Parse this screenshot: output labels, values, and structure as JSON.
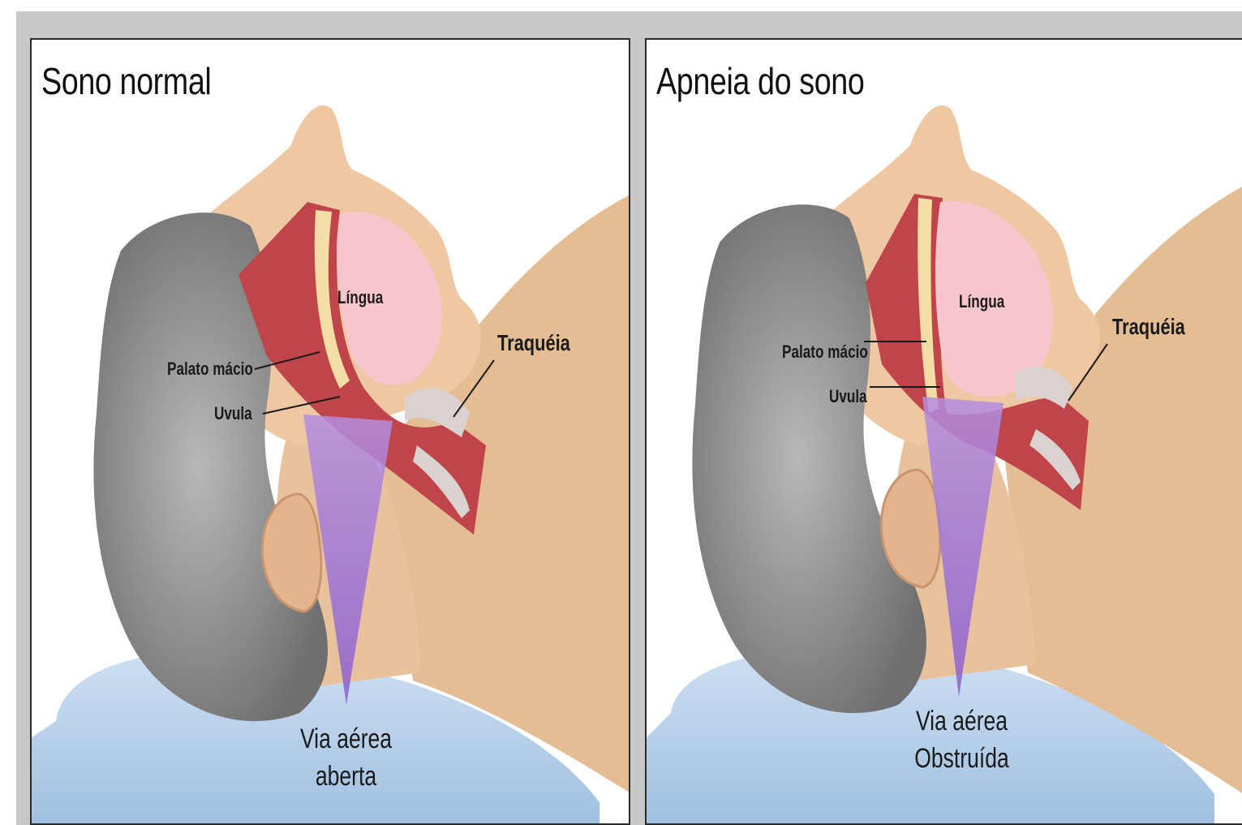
{
  "panels": [
    {
      "title": "Sono normal",
      "labels": {
        "tongue": "Língua",
        "soft_palate": "Palato mácio",
        "uvula": "Uvula",
        "trachea": "Traquéia",
        "airway_line1": "Via aérea",
        "airway_line2": "aberta"
      }
    },
    {
      "title": "Apneia do sono",
      "labels": {
        "tongue": "Língua",
        "soft_palate": "Palato mácio",
        "uvula": "Uvula",
        "trachea": "Traquéia",
        "airway_line1": "Via aérea",
        "airway_line2": "Obstruída"
      }
    }
  ],
  "colors": {
    "frame": "#c8c8c8",
    "skin": "#e8c29c",
    "hair": "#8a8a8a",
    "pillow": "#bcd3ea",
    "throat": "#c0454a",
    "tongue": "#f7c6cc",
    "airway": "#9a6fd1"
  }
}
